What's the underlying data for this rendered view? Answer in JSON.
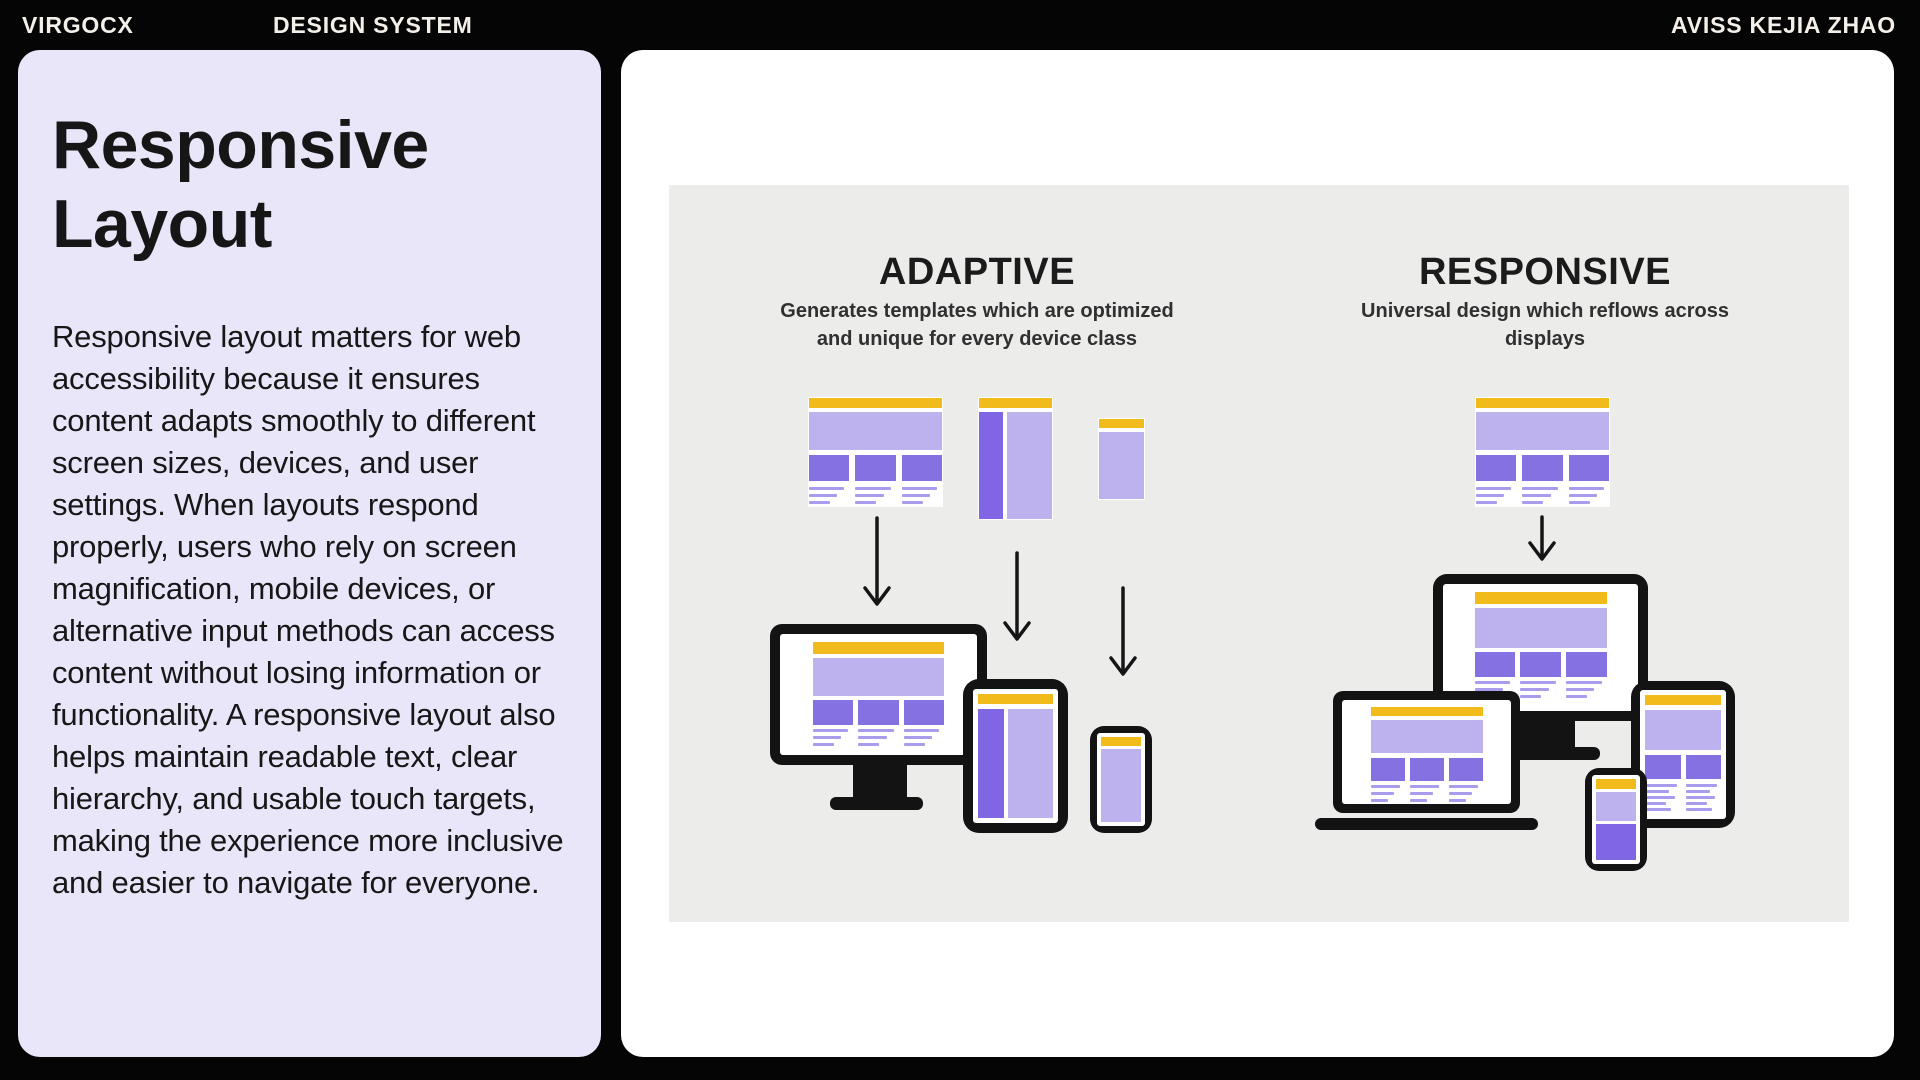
{
  "topbar": {
    "brand": "VIRGOCX",
    "title": "DESIGN SYSTEM",
    "author": "AVISS KEJIA ZHAO"
  },
  "panel": {
    "title": "Responsive Layout",
    "body": "Responsive layout matters for web accessibility because it ensures content adapts smoothly to different screen sizes, devices, and user settings. When layouts respond properly, users who rely on screen magnification, mobile devices, or alternative input methods can access content without losing information or functionality. A responsive layout also helps maintain readable text, clear hierarchy, and usable touch targets, making the experience more inclusive and easier to navigate for everyone."
  },
  "diagram": {
    "adaptive": {
      "title": "ADAPTIVE",
      "subtitle": "Generates templates which are optimized and unique for every device class"
    },
    "responsive": {
      "title": "RESPONSIVE",
      "subtitle": "Universal design which reflows across displays"
    }
  },
  "colors": {
    "page-black": "#050505",
    "topbar-text": "#F4F0E9",
    "panel-lavender": "#E9E6FA",
    "canvas-gray": "#ECECEB",
    "accent-yellow": "#F0BB1B",
    "purple-light": "#BDB2EE",
    "purple-mid": "#8571E2",
    "purple-dark": "#8066E2",
    "purple-line": "#A89CEC"
  }
}
